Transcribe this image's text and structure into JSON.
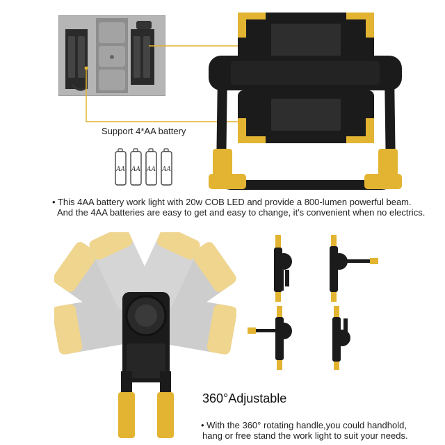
{
  "battery_section": {
    "label": "Support 4*AA battery",
    "battery_marking": "AA",
    "battery_count": 4,
    "description_line1": "• This 4AA battery work light with 20w COB LED and provide a 800-lumen powerful beam.",
    "description_line2": "And the 4AA batteries are easy to get and easy to change, it's convenient when no electrics."
  },
  "rotation_section": {
    "title": "360°Adjustable",
    "description_line1": "• With the 360° rotating handle,you could handhold,",
    "description_line2": "hang or free stand the work light to suit your needs."
  },
  "colors": {
    "accent_yellow": "#e2b431",
    "body_black": "#1b1b1b",
    "grey_panel": "#9c9c9c",
    "leader_line": "#e2b431"
  }
}
